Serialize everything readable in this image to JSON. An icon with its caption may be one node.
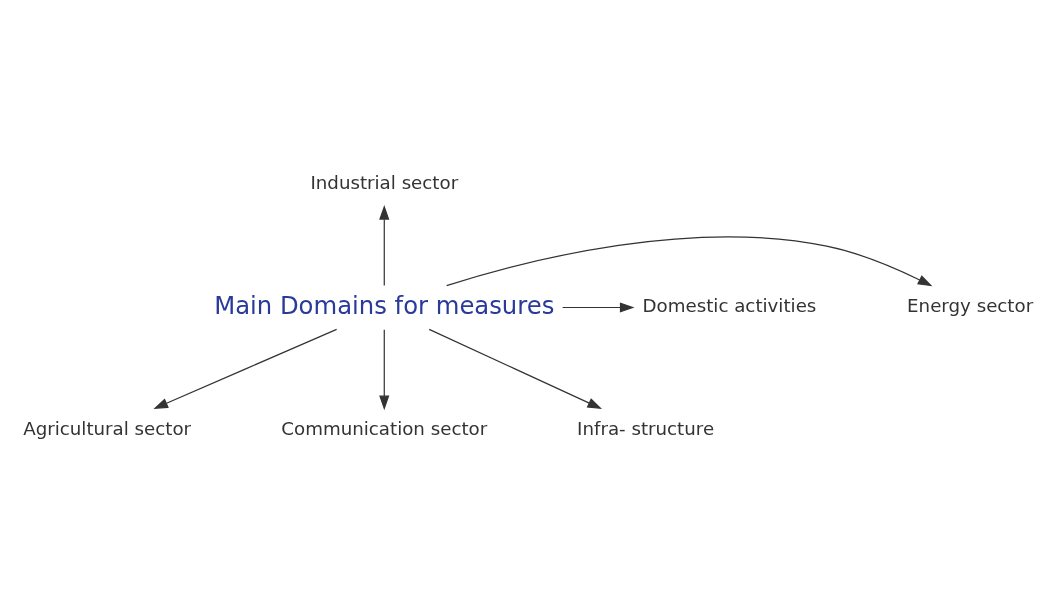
{
  "diagram": {
    "nodes": [
      {
        "text": [
          "Main Domains for measures"
        ]
      },
      {
        "text": [
          "Industrial sector"
        ]
      },
      {
        "text": [
          "Energy sector"
        ]
      },
      {
        "text": [
          "Domestic activities"
        ]
      },
      {
        "text": [
          "Agricultural sector"
        ]
      },
      {
        "text": [
          "Communication sector"
        ]
      },
      {
        "text": [
          "Infra- structure"
        ]
      }
    ],
    "edges": [
      {
        "from": 0,
        "to": 1,
        "arrow": "to"
      },
      {
        "from": 0,
        "to": 2,
        "arrow": "to"
      },
      {
        "from": 0,
        "to": 3,
        "arrow": "to"
      },
      {
        "from": 0,
        "to": 4,
        "arrow": "to"
      },
      {
        "from": 0,
        "to": 5,
        "arrow": "to"
      },
      {
        "from": 0,
        "to": 6,
        "arrow": "to"
      }
    ]
  }
}
